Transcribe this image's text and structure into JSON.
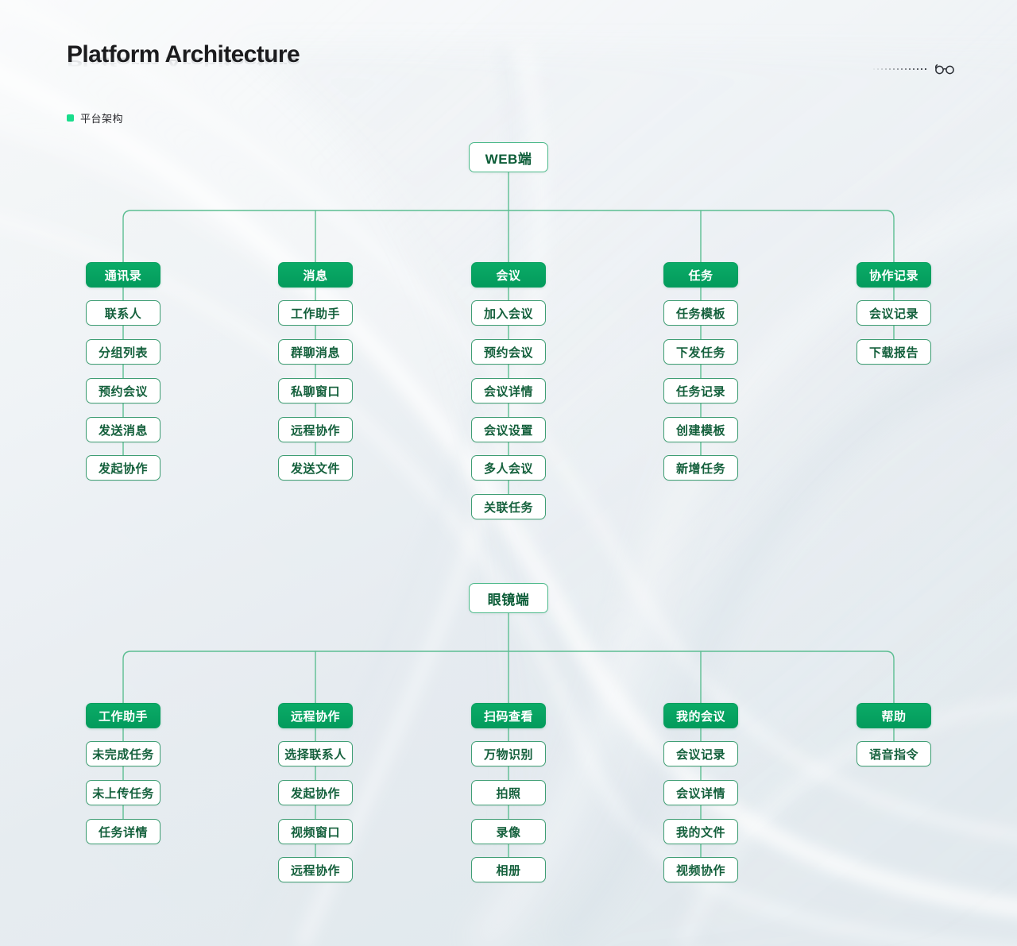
{
  "header": {
    "title": "Platform Architecture",
    "subtitle": "平台架构",
    "corner_icon": "glasses-icon"
  },
  "theme": {
    "brand_green": "#0BAB67",
    "dark_green_text": "#14603C",
    "accent_dot": "#19DD8C",
    "line_green": "#5CBE92",
    "background": "#EEF2F5"
  },
  "diagram": {
    "type": "tree",
    "sections": [
      {
        "root": "WEB端",
        "columns": [
          {
            "category": "通讯录",
            "children": [
              "联系人",
              "分组列表",
              "预约会议",
              "发送消息",
              "发起协作"
            ]
          },
          {
            "category": "消息",
            "children": [
              "工作助手",
              "群聊消息",
              "私聊窗口",
              "远程协作",
              "发送文件"
            ]
          },
          {
            "category": "会议",
            "children": [
              "加入会议",
              "预约会议",
              "会议详情",
              "会议设置",
              "多人会议",
              "关联任务"
            ]
          },
          {
            "category": "任务",
            "children": [
              "任务模板",
              "下发任务",
              "任务记录",
              "创建模板",
              "新增任务"
            ]
          },
          {
            "category": "协作记录",
            "children": [
              "会议记录",
              "下载报告"
            ]
          }
        ]
      },
      {
        "root": "眼镜端",
        "columns": [
          {
            "category": "工作助手",
            "children": [
              "未完成任务",
              "未上传任务",
              "任务详情"
            ]
          },
          {
            "category": "远程协作",
            "children": [
              "选择联系人",
              "发起协作",
              "视频窗口",
              "远程协作"
            ]
          },
          {
            "category": "扫码查看",
            "children": [
              "万物识别",
              "拍照",
              "录像",
              "相册"
            ]
          },
          {
            "category": "我的会议",
            "children": [
              "会议记录",
              "会议详情",
              "我的文件",
              "视频协作"
            ]
          },
          {
            "category": "帮助",
            "children": [
              "语音指令"
            ]
          }
        ]
      }
    ]
  }
}
